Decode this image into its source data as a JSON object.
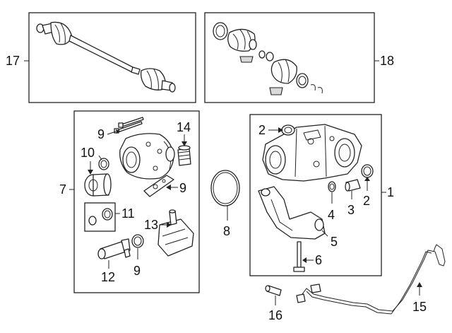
{
  "callouts": {
    "c1": "1",
    "c2a": "2",
    "c2b": "2",
    "c3": "3",
    "c4": "4",
    "c5": "5",
    "c6": "6",
    "c7": "7",
    "c8": "8",
    "c9a": "9",
    "c9b": "9",
    "c9c": "9",
    "c10": "10",
    "c11": "11",
    "c12": "12",
    "c13": "13",
    "c14": "14",
    "c15": "15",
    "c16": "16",
    "c17": "17",
    "c18": "18"
  }
}
